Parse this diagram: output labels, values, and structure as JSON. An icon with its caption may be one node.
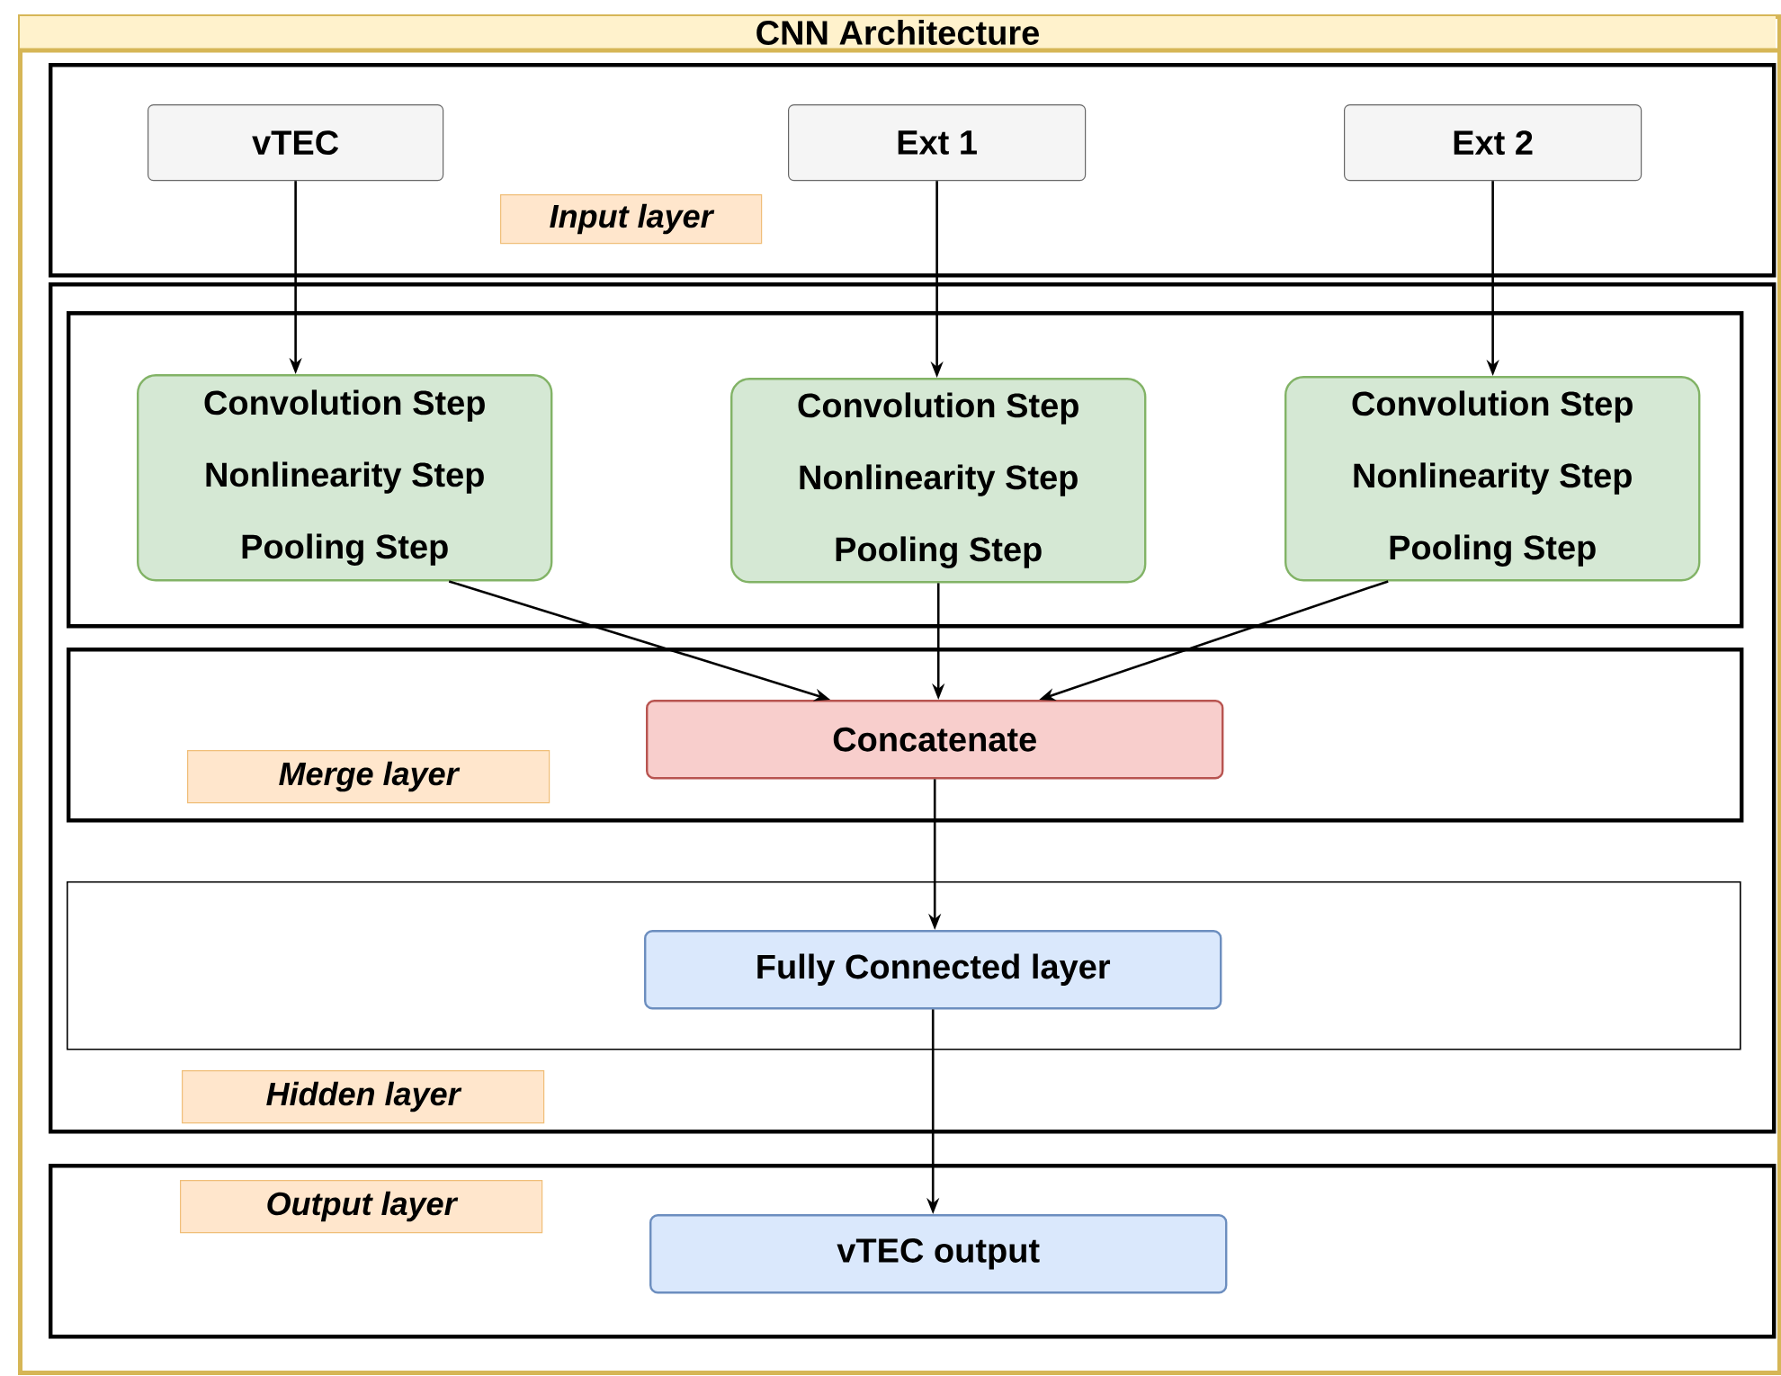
{
  "diagram": {
    "nodes": [
      {
        "text": [
          "CNN Architecture"
        ]
      },
      {
        "text": [],
        "shape": "box",
        "in": 0
      },
      {
        "text": [
          "vTEC"
        ],
        "in": 1
      },
      {
        "text": [
          "Ext 1"
        ],
        "in": 1
      },
      {
        "text": [
          "Ext 2"
        ],
        "in": 1
      },
      {
        "text": [
          "Input layer"
        ],
        "in": 1
      },
      {
        "text": [],
        "shape": "box",
        "in": 0
      },
      {
        "text": [],
        "shape": "box",
        "in": 6
      },
      {
        "text": [
          "Convolution Step",
          "Nonlinearity Step",
          "Pooling Step"
        ],
        "in": 7
      },
      {
        "text": [
          "Convolution Step",
          "Nonlinearity Step",
          "Pooling Step"
        ],
        "in": 7
      },
      {
        "text": [
          "Convolution Step",
          "Nonlinearity Step",
          "Pooling Step"
        ],
        "in": 7
      },
      {
        "text": [],
        "shape": "box",
        "in": 6
      },
      {
        "text": [
          "Concatenate"
        ],
        "in": 11
      },
      {
        "text": [
          "Merge layer"
        ],
        "in": 11
      },
      {
        "text": [],
        "shape": "box",
        "in": 6
      },
      {
        "text": [
          "Fully Connected layer"
        ],
        "in": 14
      },
      {
        "text": [
          "Hidden layer"
        ],
        "in": 6
      },
      {
        "text": [],
        "shape": "box",
        "in": 0
      },
      {
        "text": [
          "Output layer"
        ],
        "in": 17
      },
      {
        "text": [
          "vTEC output"
        ],
        "in": 17
      }
    ],
    "edges": [
      {
        "from": 2,
        "to": 8,
        "arrow": "to"
      },
      {
        "from": 3,
        "to": 9,
        "arrow": "to"
      },
      {
        "from": 4,
        "to": 10,
        "arrow": "to"
      },
      {
        "from": 8,
        "to": 12,
        "arrow": "to"
      },
      {
        "from": 9,
        "to": 12,
        "arrow": "to"
      },
      {
        "from": 10,
        "to": 12,
        "arrow": "to"
      },
      {
        "from": 12,
        "to": 15,
        "arrow": "to"
      },
      {
        "from": 15,
        "to": 19,
        "arrow": "to"
      }
    ]
  }
}
